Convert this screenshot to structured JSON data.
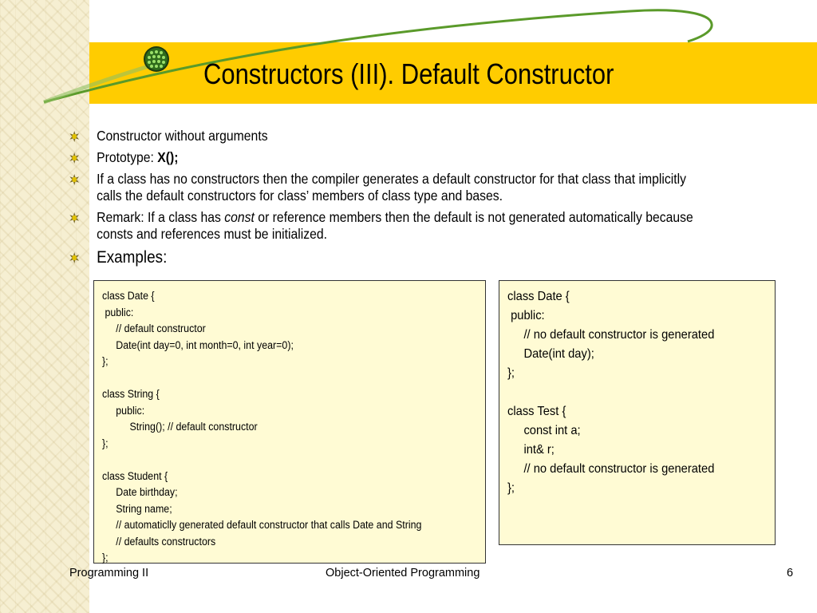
{
  "slide": {
    "title": "Constructors (III). Default Constructor",
    "bullets": [
      {
        "text": "Constructor without arguments"
      },
      {
        "prefix": "Prototype: ",
        "bold": "X();"
      },
      {
        "text": "If a class has no constructors then the compiler generates a default constructor for that class that implicitly calls the default constructors for class’ members of class type and bases."
      },
      {
        "before": "Remark: If a class has ",
        "italic": "const",
        "after": " or reference members then the default is not generated automatically because consts and references must be initialized."
      },
      {
        "text": "Examples:"
      }
    ],
    "code_left": "class Date {\n public:\n     // default constructor\n     Date(int day=0, int month=0, int year=0);\n};\n\nclass String {\n     public:\n          String(); // default constructor\n};\n\nclass Student {\n     Date birthday;\n     String name;\n     // automaticlly generated default constructor that calls Date and String\n     // defaults constructors\n};",
    "code_right": "class Date {\n public:\n     // no default constructor is generated\n     Date(int day);\n};\n\nclass Test {\n     const int a;\n     int& r;\n     // no default constructor is generated\n};"
  },
  "footer": {
    "left": "Programming II",
    "center": "Object-Oriented Programming",
    "page_number": "6"
  },
  "colors": {
    "title_bar": "#ffcc00",
    "code_box_bg": "#fffbd4",
    "swoosh": "#5a9a2a"
  },
  "icons": {
    "bullet": "star-flower-icon",
    "logo": "green-dotted-sphere-icon"
  }
}
